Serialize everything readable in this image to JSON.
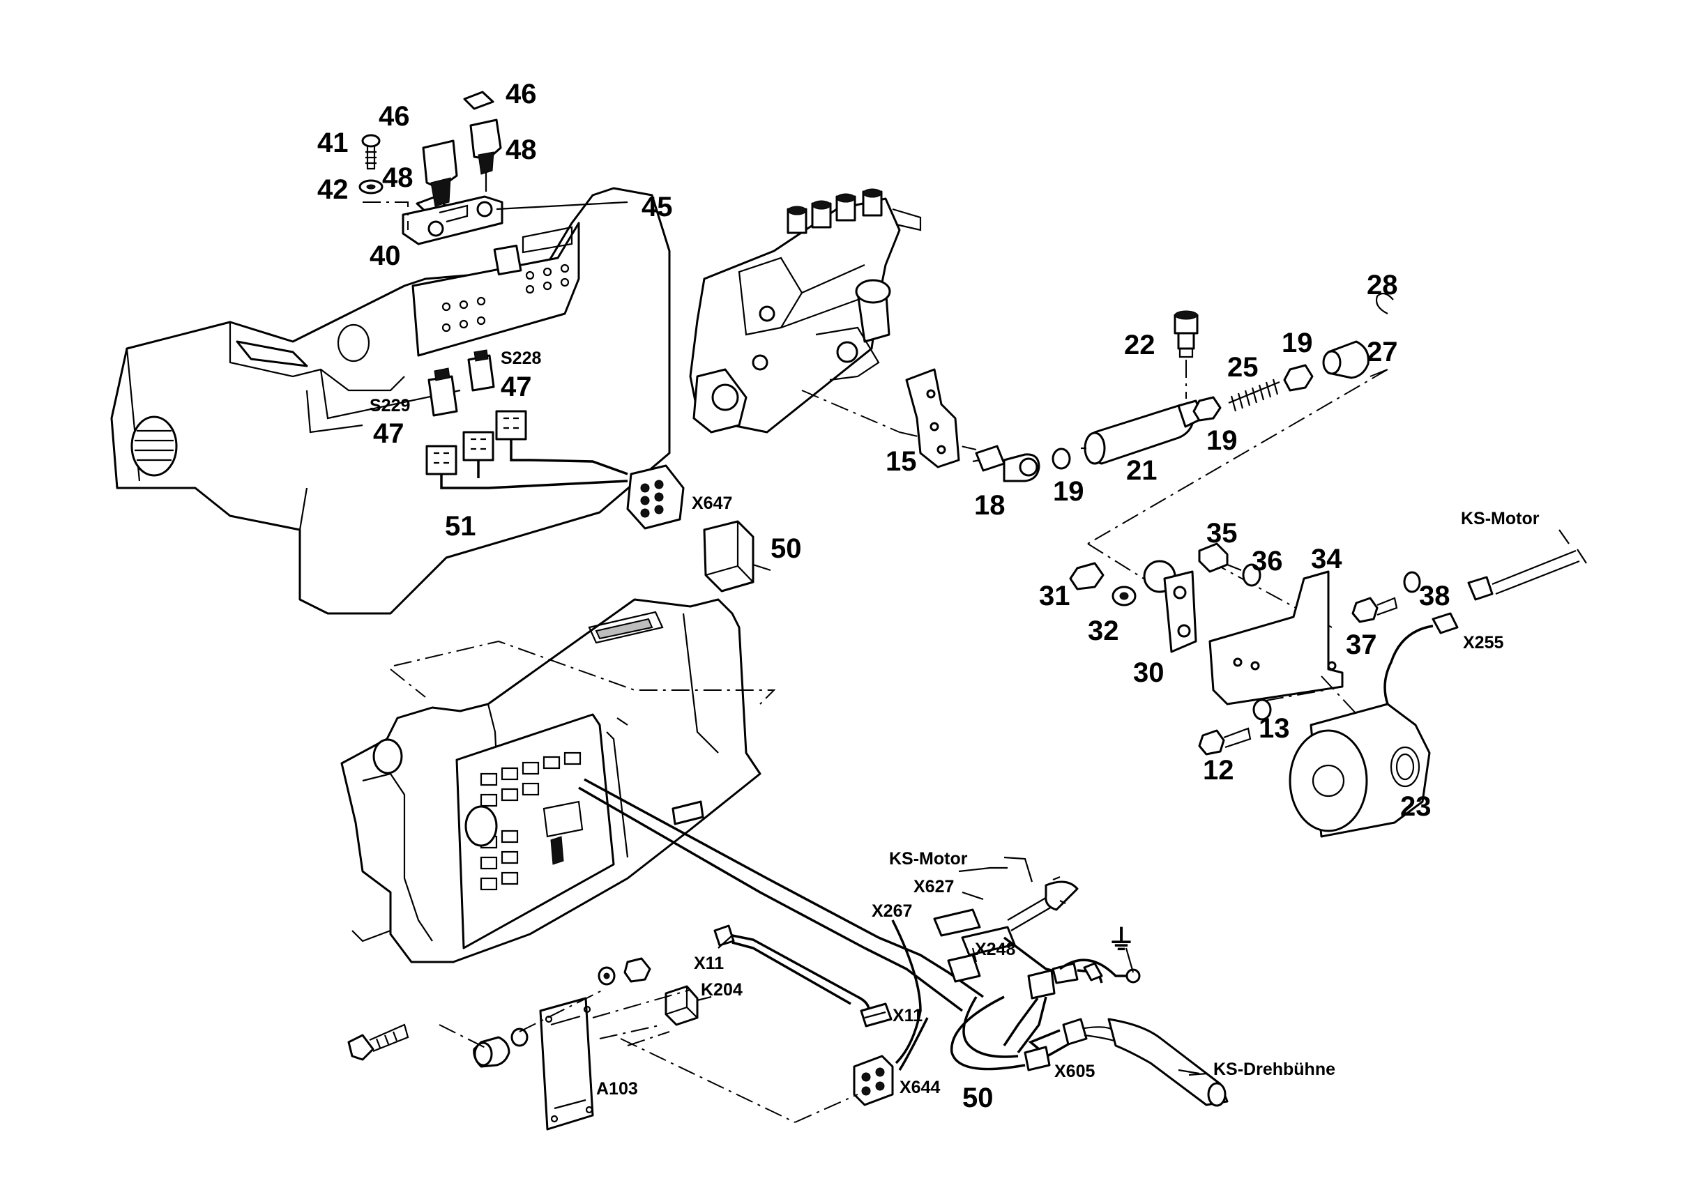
{
  "diagram": {
    "part_numbers": [
      "46",
      "46",
      "48",
      "48",
      "41",
      "42",
      "40",
      "45",
      "28",
      "22",
      "25",
      "19",
      "27",
      "19",
      "21",
      "19",
      "15",
      "18",
      "35",
      "36",
      "34",
      "31",
      "32",
      "30",
      "38",
      "37",
      "13",
      "12",
      "23",
      "47",
      "47",
      "51",
      "50",
      "50"
    ],
    "connector_labels": [
      "S228",
      "S229",
      "X647",
      "X255",
      "X627",
      "X267",
      "X248",
      "X11",
      "X11",
      "K204",
      "A103",
      "X644",
      "X605"
    ],
    "cable_labels": [
      "KS-Motor",
      "KS-Motor",
      "KS-Drehbühne"
    ],
    "ground_symbol": "⏚"
  }
}
